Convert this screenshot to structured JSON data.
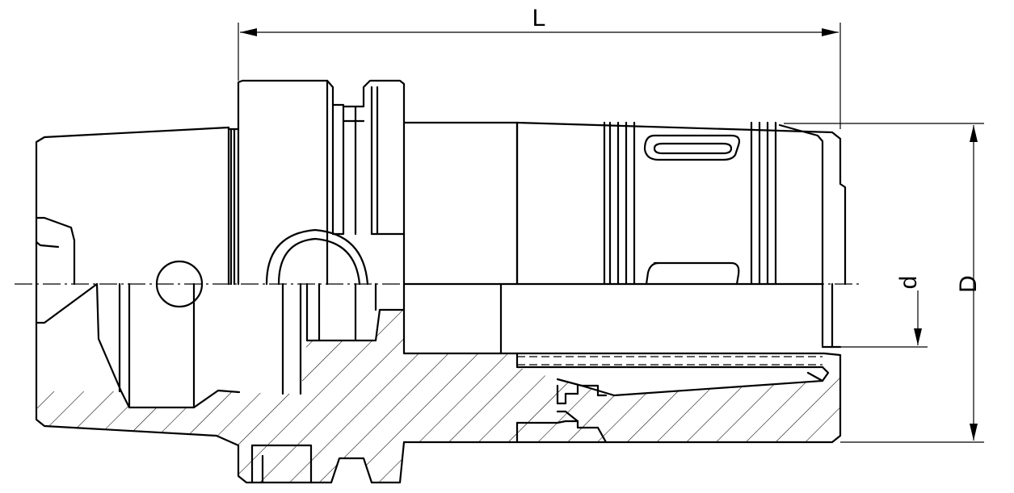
{
  "dimensions": {
    "length_label": "L",
    "outer_diameter_label": "D",
    "bore_diameter_label": "d"
  }
}
